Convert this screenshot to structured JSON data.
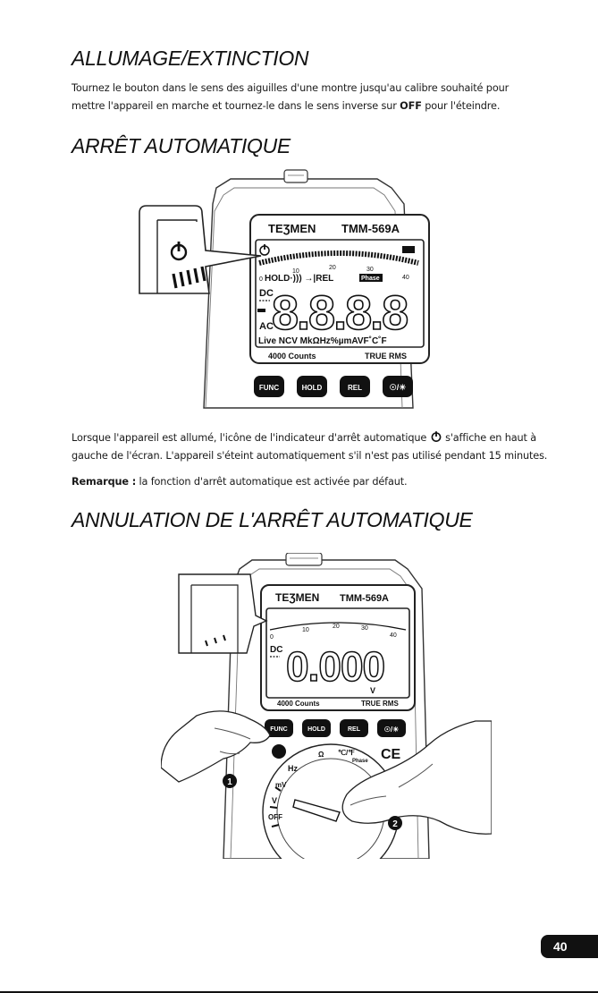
{
  "section_on_off": {
    "title": "ALLUMAGE/EXTINCTION",
    "line1": "Tournez le bouton dans le sens des aiguilles d'une montre jusqu'au calibre souhaité pour",
    "line2_pre": "mettre l'appareil en marche et tournez-le dans le sens inverse sur ",
    "line2_bold": "OFF",
    "line2_post": " pour l'éteindre."
  },
  "section_auto_off": {
    "title": "ARRÊT AUTOMATIQUE",
    "line1_pre": "Lorsque l'appareil est allumé, l'icône de l'indicateur d'arrêt automatique ",
    "line1_post": " s'affiche en haut à",
    "line2": "gauche de l'écran. L'appareil s'éteint automatiquement s'il n'est pas utilisé pendant 15 minutes.",
    "note_label": "Remarque :",
    "note_text": " la fonction d'arrêt automatique est activée par défaut."
  },
  "section_cancel": {
    "title": "ANNULATION DE L'ARRÊT AUTOMATIQUE"
  },
  "meter": {
    "brand": "TEƷMEN",
    "model": "TMM-569A",
    "counts": "4000 Counts",
    "true_rms": "TRUE RMS",
    "display_full": "8.8.8.8",
    "display_zero": "0.000",
    "scale_labels": [
      "0",
      "10",
      "20",
      "30",
      "40"
    ],
    "status_row": "HOLD·))) →|REL",
    "phase": "Phase",
    "dc": "DC",
    "ac": "AC",
    "bottom_units": "Live NCV  MkΩHz%µmAVF˚C˚F",
    "unit_v": "V",
    "buttons": [
      "FUNC",
      "HOLD",
      "REL",
      "☉/☀"
    ],
    "dial_labels": [
      "Hz",
      "mV",
      "V",
      "OFF",
      "Ω",
      "Phase",
      "℃/℉"
    ],
    "ce": "CE",
    "callout_1": "1",
    "callout_2": "2"
  },
  "page_number": "40"
}
